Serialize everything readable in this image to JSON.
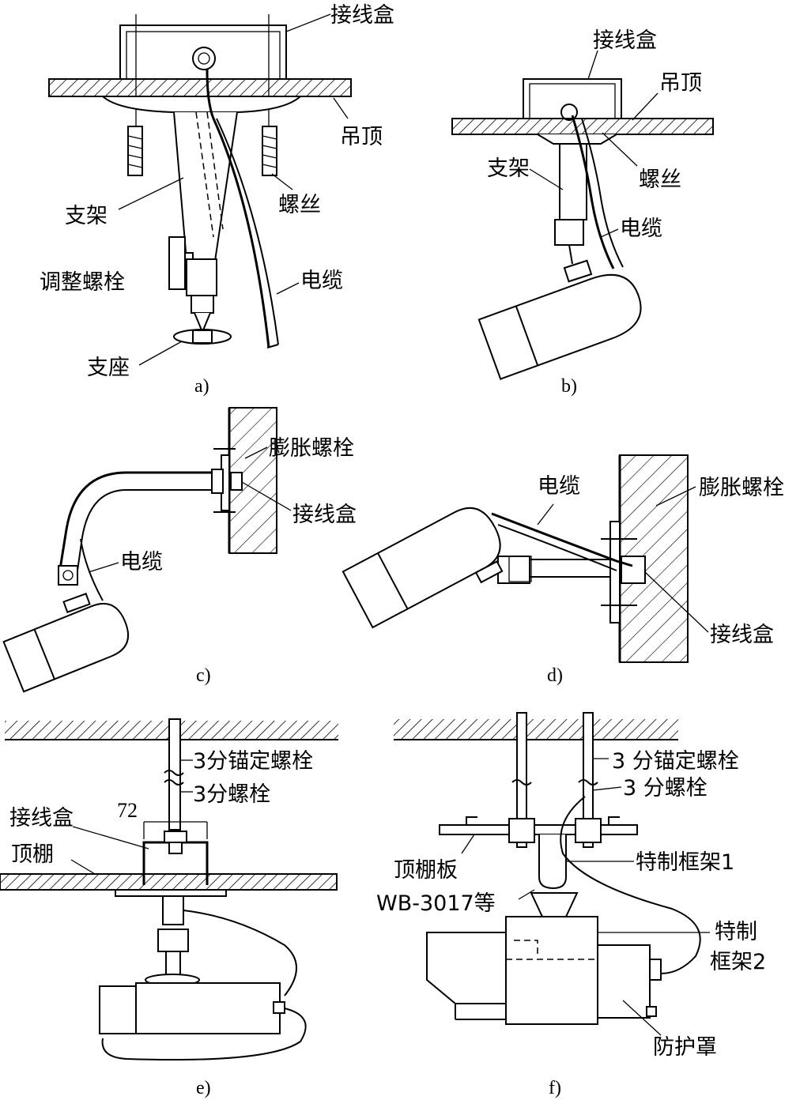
{
  "panels": {
    "a": {
      "caption": "a)",
      "labels": {
        "junction_box": "接线盒",
        "ceiling": "吊顶",
        "bracket": "支架",
        "screw": "螺丝",
        "adjust_bolt": "调整螺栓",
        "cable": "电缆",
        "base": "支座"
      }
    },
    "b": {
      "caption": "b)",
      "labels": {
        "junction_box": "接线盒",
        "ceiling": "吊顶",
        "bracket": "支架",
        "screw": "螺丝",
        "cable": "电缆"
      }
    },
    "c": {
      "caption": "c)",
      "labels": {
        "expansion_bolt": "膨胀螺栓",
        "junction_box": "接线盒",
        "cable": "电缆"
      }
    },
    "d": {
      "caption": "d)",
      "labels": {
        "cable": "电缆",
        "expansion_bolt": "膨胀螺栓",
        "junction_box": "接线盒"
      }
    },
    "e": {
      "caption": "e)",
      "labels": {
        "anchor_bolt": "3分锚定螺栓",
        "bolt": "3分螺栓",
        "dimension": "72",
        "junction_box": "接线盒",
        "ceiling": "顶棚"
      }
    },
    "f": {
      "caption": "f)",
      "labels": {
        "anchor_bolt": "3 分锚定螺栓",
        "bolt": "3 分螺栓",
        "ceiling_board": "顶棚板",
        "frame1": "特制框架1",
        "model": "WB-3017等",
        "frame2_line1": "特制",
        "frame2_line2": "框架2",
        "housing": "防护罩"
      }
    }
  }
}
